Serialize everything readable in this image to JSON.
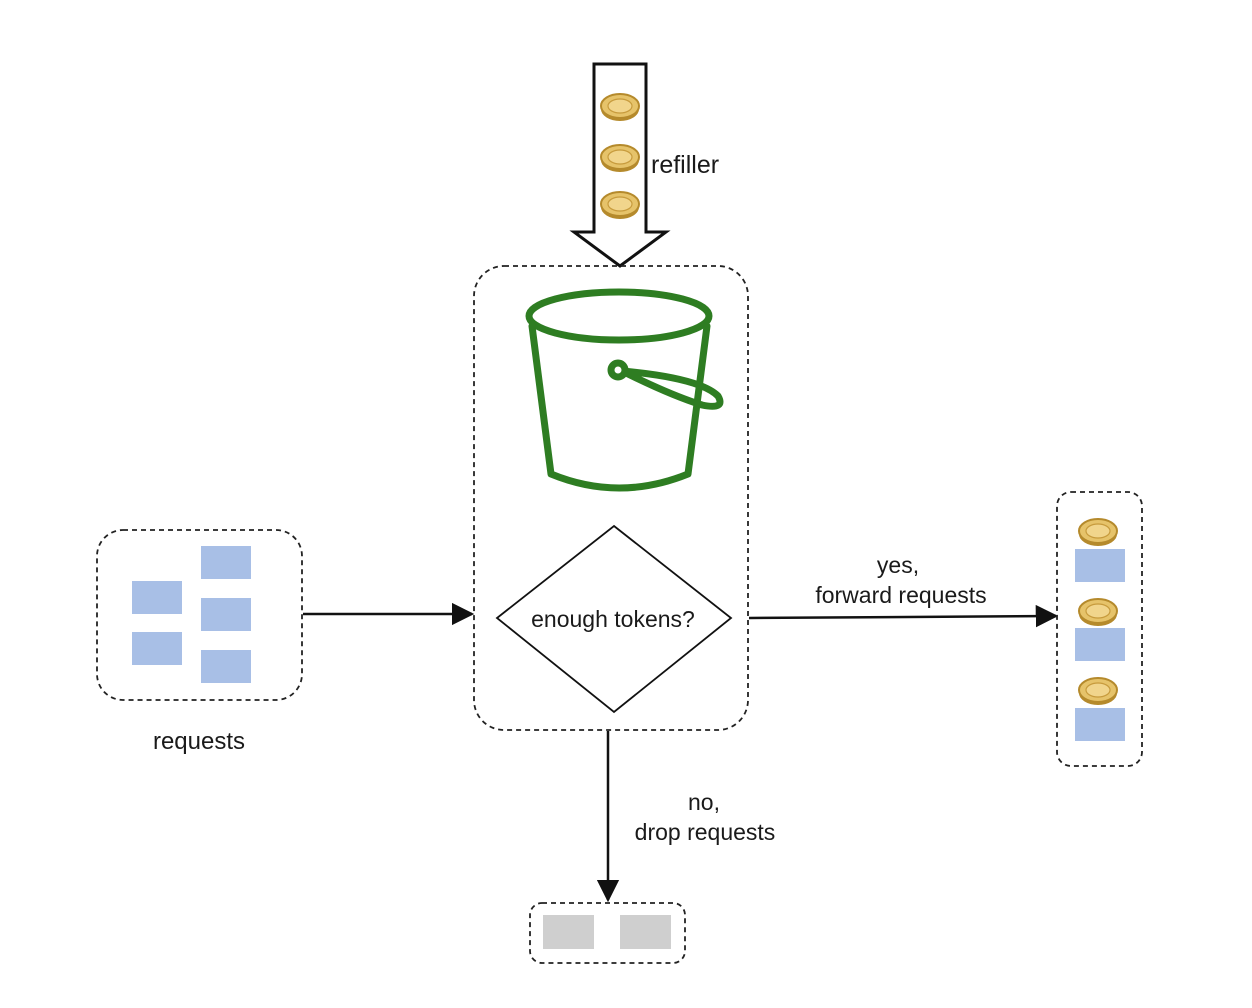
{
  "labels": {
    "refiller": "refiller",
    "decision": "enough tokens?",
    "requests": "requests",
    "yes_line1": "yes,",
    "yes_line2": "forward requests",
    "no_line1": "no,",
    "no_line2": "drop requests"
  },
  "icons": {
    "token": "coin-icon",
    "bucket": "bucket-icon",
    "request": "request-block"
  },
  "counts": {
    "refill_tokens": 3,
    "incoming_requests": 5,
    "forwarded_requests": 3,
    "dropped_requests": 2
  },
  "colors": {
    "bucket": "#2e7d22",
    "request_block": "#a8bfe6",
    "dropped_block": "#cfcfcf",
    "coin_fill": "#e6c36a",
    "coin_stroke": "#b58a2c"
  }
}
